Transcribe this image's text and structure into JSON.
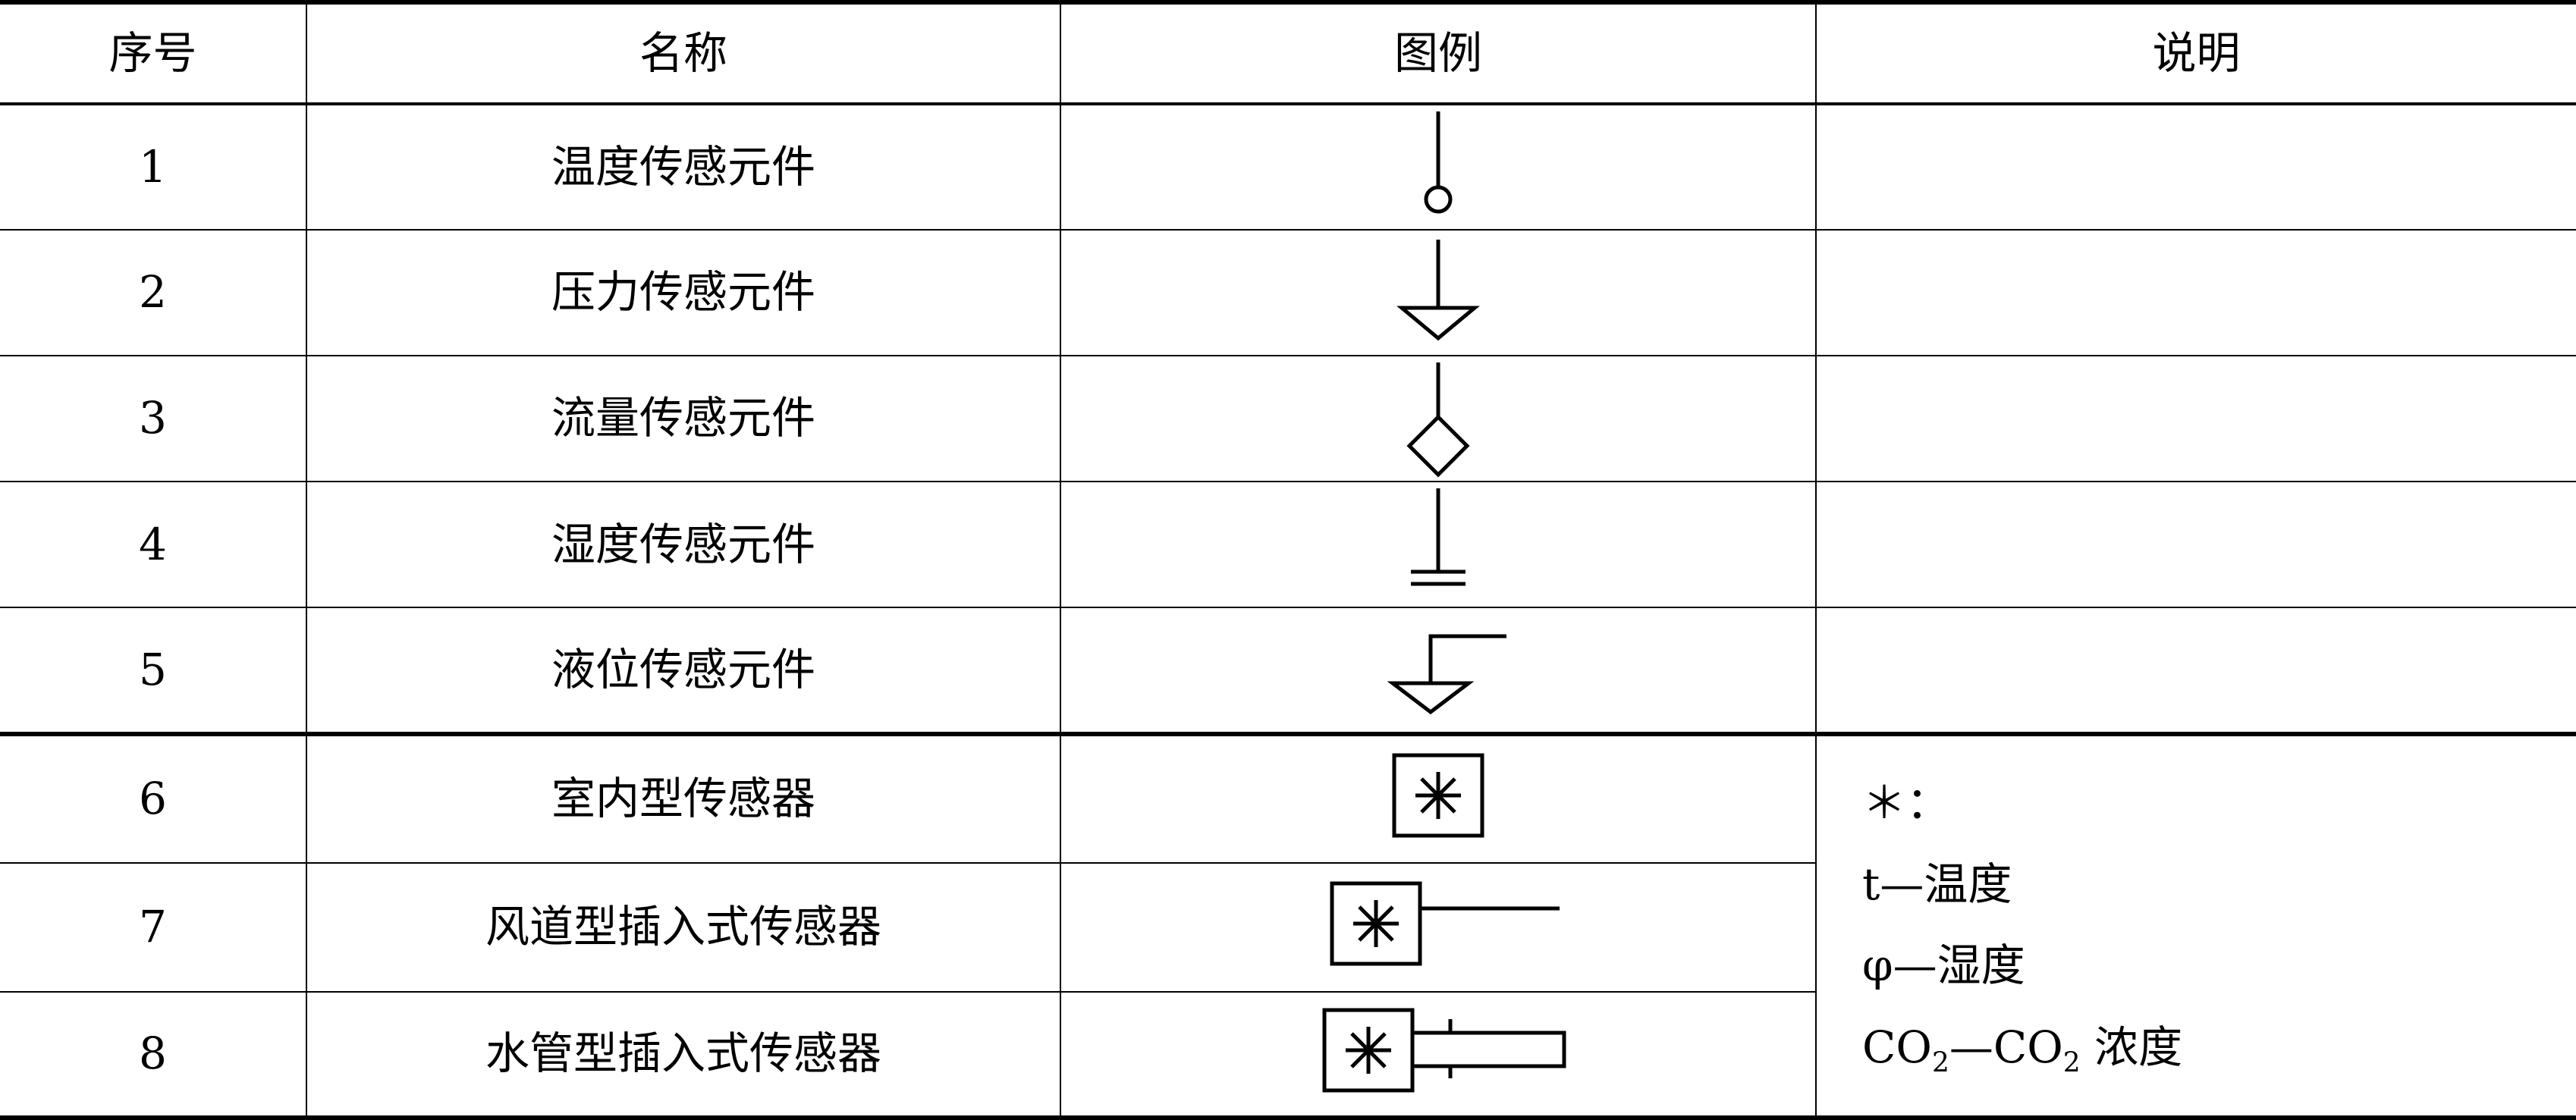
{
  "table": {
    "headers": [
      "序号",
      "名称",
      "图例",
      "说明"
    ],
    "rows": [
      {
        "no": "1",
        "name": "温度传感元件",
        "symbol": "temperature-sensor-symbol"
      },
      {
        "no": "2",
        "name": "压力传感元件",
        "symbol": "pressure-sensor-symbol"
      },
      {
        "no": "3",
        "name": "流量传感元件",
        "symbol": "flow-sensor-symbol"
      },
      {
        "no": "4",
        "name": "湿度传感元件",
        "symbol": "humidity-sensor-symbol"
      },
      {
        "no": "5",
        "name": "液位传感元件",
        "symbol": "level-sensor-symbol"
      },
      {
        "no": "6",
        "name": "室内型传感器",
        "symbol": "indoor-sensor-symbol"
      },
      {
        "no": "7",
        "name": "风道型插入式传感器",
        "symbol": "duct-insertion-sensor-symbol"
      },
      {
        "no": "8",
        "name": "水管型插入式传感器",
        "symbol": "pipe-insertion-sensor-symbol"
      }
    ],
    "note": {
      "heading": "＊：",
      "t_sym": "t",
      "t_desc": "—温度",
      "phi_sym": "φ",
      "phi_desc": "—湿度",
      "co2_a": "CO",
      "co2_a_sub": "2",
      "co2_dash": "—",
      "co2_b": "CO",
      "co2_b_sub": "2",
      "co2_desc": " 浓度"
    },
    "star_glyph": "✳"
  }
}
